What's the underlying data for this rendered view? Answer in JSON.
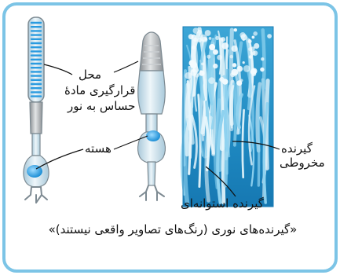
{
  "labels": {
    "location_line1": "محل",
    "location_line2": "قرارگیری مادهٔ",
    "location_line3": "حساس به نور",
    "nucleus": "هسته",
    "cone_line1": "گیرنده",
    "cone_line2": "مخروطی",
    "rod": "گیرنده استوانه‌ای"
  },
  "caption": "«گیرنده‌های نوری (رنگ‌های تصاویر واقعی نیستند)»",
  "colors": {
    "frame_border": "#7cc4e6",
    "cell_fill": "#cfe3ee",
    "cell_outline": "#7d8a92",
    "nucleus": "#2e9fe0",
    "micrograph_bg": "#1e87bf",
    "micrograph_light": "#e9f7fc"
  }
}
